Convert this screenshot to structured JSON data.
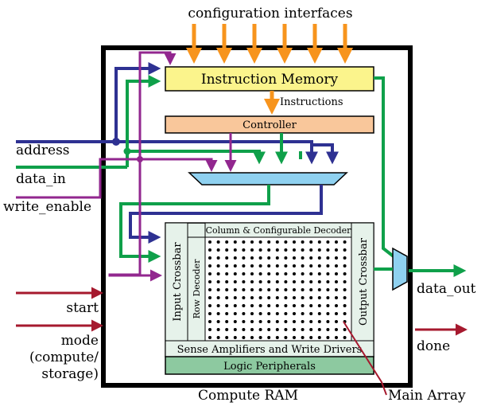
{
  "labels": {
    "configuration_interfaces": "configuration interfaces",
    "instruction_memory": "Instruction Memory",
    "instructions": "Instructions",
    "controller": "Controller",
    "address": "address",
    "data_in": "data_in",
    "write_enable": "write_enable",
    "column_decoder": "Column & Configurable Decoder",
    "input_crossbar": "Input Crossbar",
    "row_decoder": "Row Decoder",
    "output_crossbar": "Output Crossbar",
    "sense_amplifiers": "Sense Amplifiers and Write Drivers",
    "logic_peripherals": "Logic Peripherals",
    "start": "start",
    "mode": "mode",
    "mode_compute": "(compute/",
    "mode_storage": "storage)",
    "data_out": "data_out",
    "done": "done",
    "compute_ram": "Compute RAM",
    "main_array": "Main Array"
  },
  "colors": {
    "orange": "#f7941d",
    "blue": "#2e3192",
    "green": "#0fa04a",
    "purple": "#92278f",
    "red": "#a6192e",
    "yellow_fill": "#fbf48c",
    "orange_fill": "#f9c79b",
    "mux_fill": "#8fd1f0",
    "array_fill": "#e6f2ea",
    "peripheral_fill": "#8dc9a0"
  }
}
